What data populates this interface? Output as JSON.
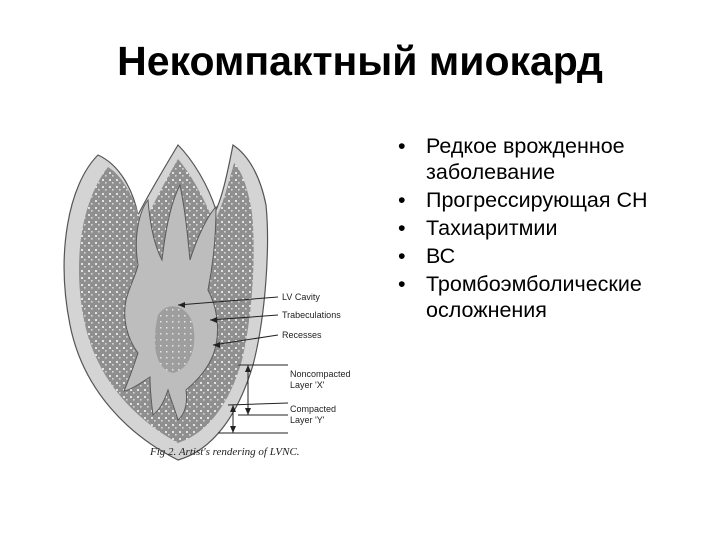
{
  "slide": {
    "title": "Некомпактный миокард",
    "bullets": [
      "Редкое врожденное заболевание",
      "Прогрессирующая СН",
      "Тахиаритмии",
      "ВС",
      "Тромбоэмболические осложнения"
    ],
    "bullet_symbol": "•"
  },
  "figure": {
    "labels": {
      "lv_cavity": "LV Cavity",
      "trabeculations": "Trabeculations",
      "recesses": "Recesses",
      "noncompacted_1": "Noncompacted",
      "noncompacted_2": "Layer 'X'",
      "compacted_1": "Compacted",
      "compacted_2": "Layer 'Y'"
    },
    "caption": "Fig 2. Artist's rendering of LVNC."
  }
}
